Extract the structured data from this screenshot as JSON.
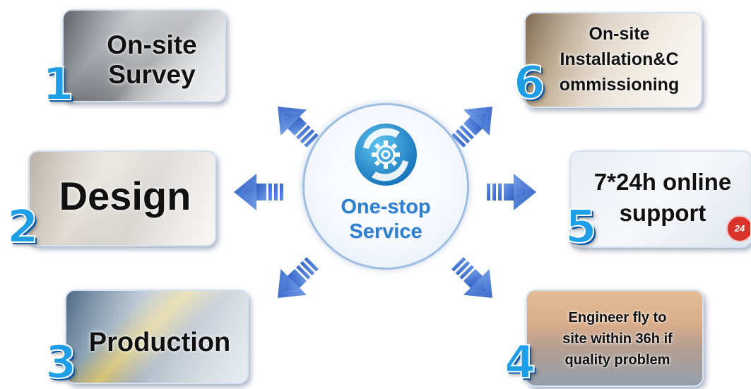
{
  "center": {
    "line1": "One-stop",
    "line2": "Service",
    "icon": "gear-icon"
  },
  "steps": [
    {
      "number": "1",
      "label_line1": "On-site",
      "label_line2": "Survey"
    },
    {
      "number": "2",
      "label": "Design"
    },
    {
      "number": "3",
      "label": "Production"
    },
    {
      "number": "4",
      "label_line1": "Engineer fly to",
      "label_line2": "site within 36h if",
      "label_line3": "quality problem"
    },
    {
      "number": "5",
      "label_line1": "7*24h online",
      "label_line2": "support",
      "badge": "24"
    },
    {
      "number": "6",
      "label_line1": "On-site",
      "label_line2": "Installation&C",
      "label_line3": "ommissioning"
    }
  ],
  "colors": {
    "arrow": "#3f6fd0",
    "number": "#1e9ee6",
    "center_text": "#2f7fd0"
  }
}
